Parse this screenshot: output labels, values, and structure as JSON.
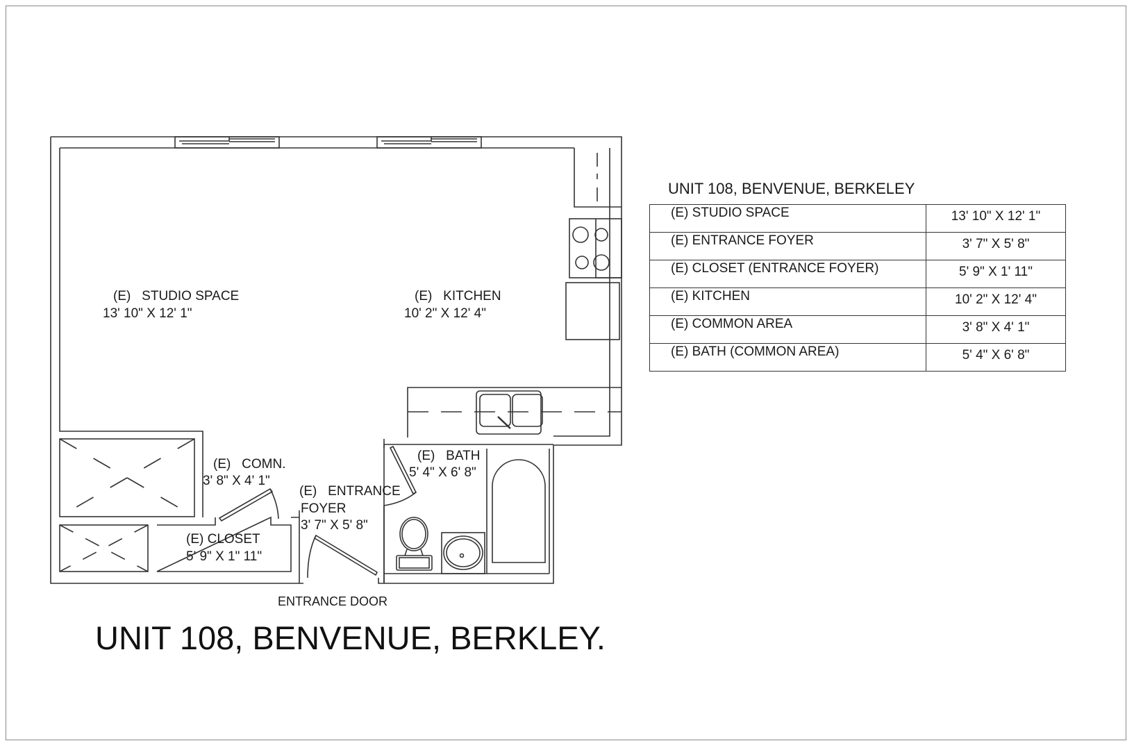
{
  "drawing": {
    "title": "UNIT 108, BENVENUE, BERKLEY.",
    "entrance_label": "ENTRANCE DOOR",
    "rooms": {
      "studio": {
        "name": "(E)   STUDIO SPACE",
        "dims": "13' 10\" X 12' 1\""
      },
      "kitchen": {
        "name": "(E)   KITCHEN",
        "dims": "10' 2\" X 12' 4\""
      },
      "common": {
        "name": "(E)   COMN.",
        "dims": "3' 8\" X 4' 1\""
      },
      "foyer": {
        "name_line1": "(E)   ENTRANCE",
        "name_line2": "FOYER",
        "dims": "3' 7\" X 5' 8\""
      },
      "closet": {
        "name": "(E) CLOSET",
        "dims": "5' 9\" X 1\" 11\""
      },
      "bath": {
        "name": "(E)   BATH",
        "dims": "5' 4\" X 6' 8\""
      }
    },
    "fixtures": [
      "window-icon",
      "window-icon",
      "range-icon",
      "refrigerator-icon",
      "double-sink-icon",
      "toilet-icon",
      "lavatory-icon",
      "bathtub-icon",
      "door-swing-icon",
      "closet-shelf-icon"
    ]
  },
  "schedule": {
    "title": "UNIT 108, BENVENUE, BERKELEY",
    "rows": [
      {
        "room": "(E) STUDIO SPACE",
        "dims": "13' 10\" X 12' 1\""
      },
      {
        "room": "(E) ENTRANCE FOYER",
        "dims": "3' 7\" X 5' 8\""
      },
      {
        "room": "(E) CLOSET (ENTRANCE FOYER)",
        "dims": "5' 9\" X 1' 11\""
      },
      {
        "room": "(E) KITCHEN",
        "dims": "10' 2\" X 12' 4\""
      },
      {
        "room": "(E) COMMON AREA",
        "dims": "3' 8\" X 4' 1\""
      },
      {
        "room": "(E) BATH (COMMON AREA)",
        "dims": "5' 4\" X 6' 8\""
      }
    ]
  }
}
